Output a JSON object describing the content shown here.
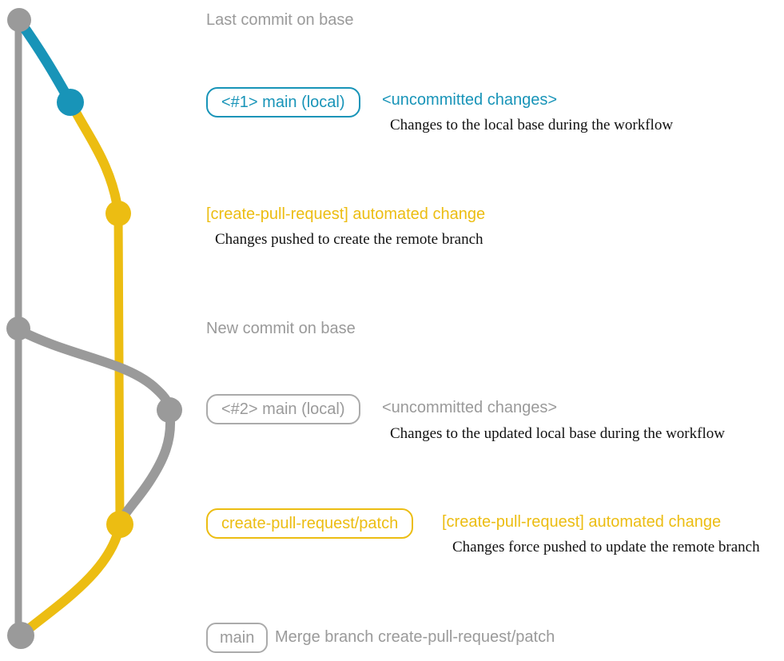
{
  "diagram_title": "create-pull-request workflow git graph",
  "colors": {
    "base_gray": "#9A9A9A",
    "local_teal": "#1894B8",
    "branch_yellow": "#ECBD12",
    "description_text": "#111111"
  },
  "graph": {
    "commits": [
      {
        "name": "last-commit-on-base",
        "color": "gray"
      },
      {
        "name": "local-main-1",
        "color": "teal"
      },
      {
        "name": "automated-change-1",
        "color": "yellow"
      },
      {
        "name": "new-commit-on-base",
        "color": "gray"
      },
      {
        "name": "local-main-2",
        "color": "gray"
      },
      {
        "name": "automated-change-2",
        "color": "yellow"
      },
      {
        "name": "merge-commit",
        "color": "gray"
      }
    ]
  },
  "rows": [
    {
      "text": "Last commit on base"
    },
    {
      "box": "<#1> main (local)",
      "inline": "<uncommitted changes>",
      "desc": "Changes to the local base during the workflow"
    },
    {
      "inline": "[create-pull-request] automated change",
      "desc": "Changes pushed to create the remote branch"
    },
    {
      "text": "New commit on base"
    },
    {
      "box": "<#2> main (local)",
      "inline": "<uncommitted changes>",
      "desc": "Changes to the updated local base during the workflow"
    },
    {
      "box": "create-pull-request/patch",
      "inline": "[create-pull-request] automated change",
      "desc": "Changes force pushed to update the remote branch"
    },
    {
      "box": "main",
      "inline": "Merge branch create-pull-request/patch"
    }
  ]
}
